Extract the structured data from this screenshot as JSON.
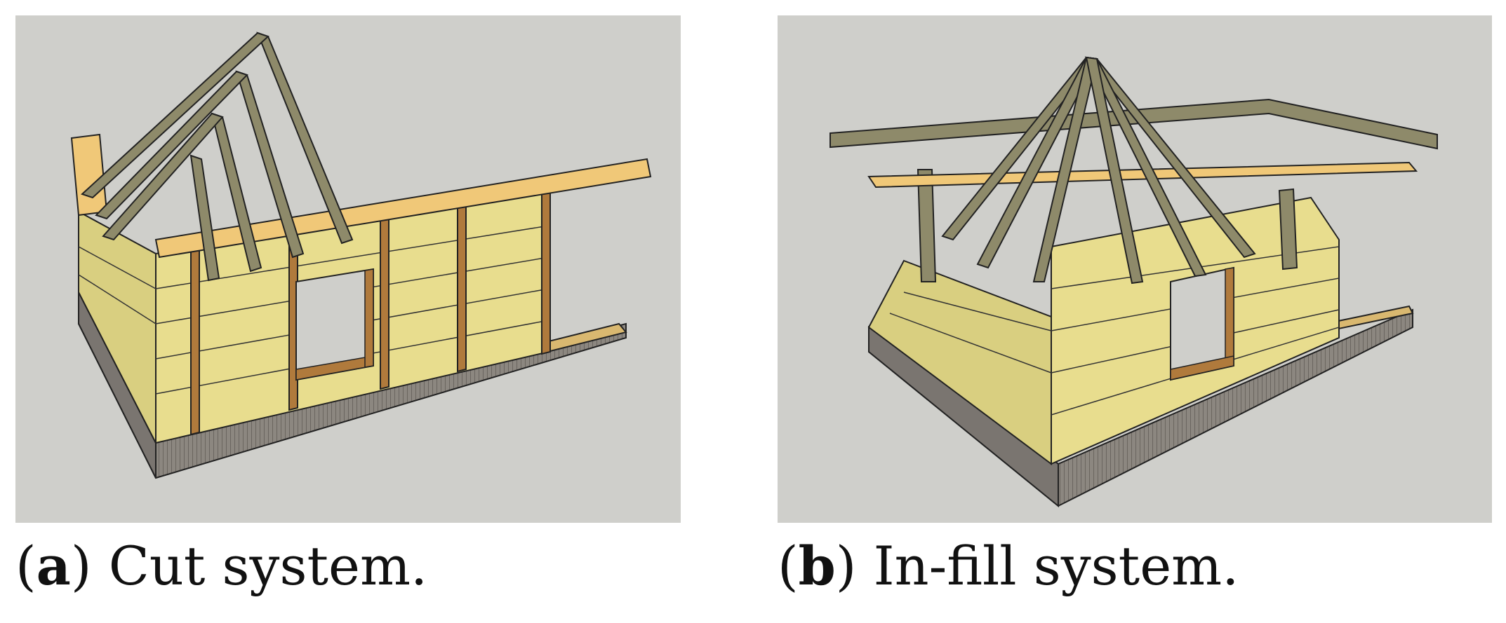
{
  "panels": [
    {
      "letter": "a",
      "caption": "Cut system."
    },
    {
      "letter": "b",
      "caption": "In-fill system."
    }
  ],
  "colors": {
    "background": "#cfcfcb",
    "straw_bale": "#e8dd8e",
    "timber": "#b07a3c",
    "roof_beam": "#8e8a6a",
    "plate": "#f0c878",
    "foundation": "#8c8780"
  }
}
